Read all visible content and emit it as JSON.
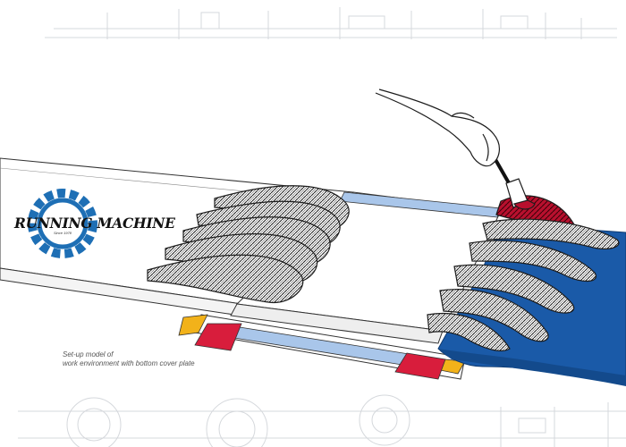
{
  "logo": {
    "name": "RUNNING MACHINE",
    "since": "Since 1978"
  },
  "caption": {
    "line1": "Set-up model of",
    "line2": "work environment with bottom cover plate"
  },
  "colors": {
    "belt_blue": "#1a5aa8",
    "plate_blue": "#a9c6ea",
    "red_patch": "#d81d3c",
    "yellow_strip": "#f2b21a",
    "rope": "#2b2b2b",
    "logo_gear": "#1e6fb5"
  }
}
